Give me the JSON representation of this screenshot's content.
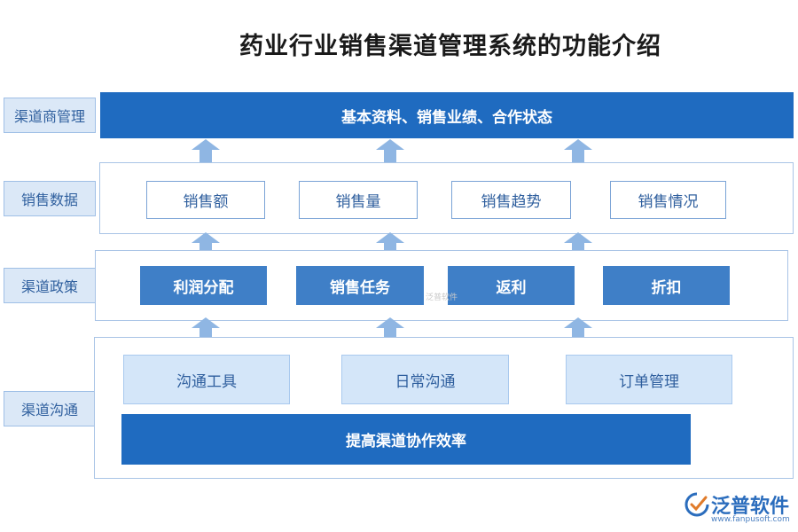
{
  "title": "药业行业销售渠道管理系统的功能介绍",
  "rows": {
    "channel_mgmt": {
      "label": "渠道商管理",
      "bar": "基本资料、销售业绩、合作状态"
    },
    "sales_data": {
      "label": "销售数据",
      "items": [
        "销售额",
        "销售量",
        "销售趋势",
        "销售情况"
      ]
    },
    "channel_policy": {
      "label": "渠道政策",
      "items": [
        "利润分配",
        "销售任务",
        "返利",
        "折扣"
      ]
    },
    "channel_comm": {
      "label": "渠道沟通",
      "items": [
        "沟通工具",
        "日常沟通",
        "订单管理"
      ],
      "bar": "提高渠道协作效率"
    }
  },
  "logo": {
    "name": "泛普软件",
    "url": "www.fanpusoft.com"
  },
  "watermark": "泛普软件",
  "colors": {
    "dark_blue": "#1f6bc0",
    "mid_blue": "#3f7fc7",
    "light_blue": "#d4e6f9",
    "arrow": "#8fb6e3"
  }
}
